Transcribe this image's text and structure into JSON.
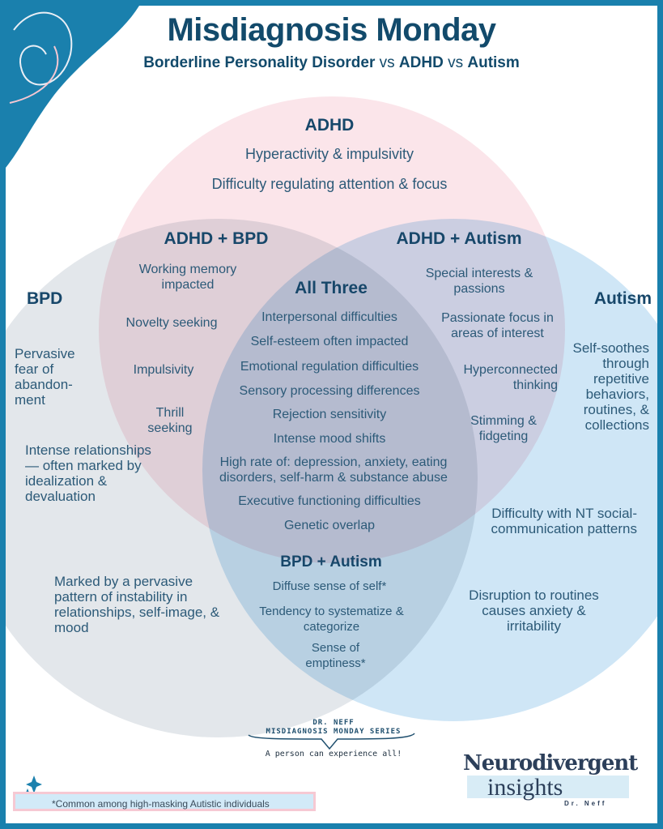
{
  "header": {
    "title": "Misdiagnosis Monday",
    "subtitle_parts": [
      "Borderline Personality Disorder",
      " vs ",
      "ADHD",
      " vs ",
      "Autism"
    ]
  },
  "adhd": {
    "heading": "ADHD",
    "items": [
      "Hyperactivity & impulsivity",
      "Difficulty regulating attention & focus"
    ]
  },
  "bpd": {
    "heading": "BPD",
    "items": [
      "Pervasive fear of abandon-ment",
      "Intense relationships — often marked by idealization & devaluation",
      "Marked by a pervasive pattern of instability in relationships, self-image, & mood"
    ]
  },
  "autism": {
    "heading": "Autism",
    "items": [
      "Self-soothes through repetitive behaviors, routines, & collections",
      "Difficulty with NT social-communication patterns",
      "Disruption to routines causes anxiety & irritability"
    ]
  },
  "adhd_bpd": {
    "heading": "ADHD + BPD",
    "items": [
      "Working memory impacted",
      "Novelty seeking",
      "Impulsivity",
      "Thrill seeking"
    ]
  },
  "adhd_autism": {
    "heading": "ADHD + Autism",
    "items": [
      "Special interests & passions",
      "Passionate focus in areas of interest",
      "Hyperconnected thinking",
      "Stimming & fidgeting"
    ]
  },
  "all_three": {
    "heading": "All Three",
    "items": [
      "Interpersonal difficulties",
      "Self-esteem often impacted",
      "Emotional regulation difficulties",
      "Sensory processing differences",
      "Rejection sensitivity",
      "Intense mood shifts",
      "High rate of: depression, anxiety, eating disorders, self-harm & substance abuse",
      "Executive functioning difficulties",
      "Genetic overlap"
    ]
  },
  "bpd_autism": {
    "heading": "BPD + Autism",
    "items": [
      "Diffuse sense of self*",
      "Tendency to systematize & categorize",
      "Sense of emptiness*"
    ]
  },
  "footer": {
    "series_author": "DR. NEFF",
    "series_name": "MISDIAGNOSIS MONDAY SERIES",
    "tagline": "A person can experience all!",
    "footnote": "*Common among high-masking Autistic individuals"
  },
  "logo": {
    "line1": "Neurodivergent",
    "line2": "insights",
    "line3": "Dr. Neff"
  },
  "colors": {
    "frame": "#1a80ad",
    "title": "#124a6b",
    "adhd": "#fbdde4",
    "bpd": "#dfe4e8",
    "autism": "#c9e3f5"
  }
}
